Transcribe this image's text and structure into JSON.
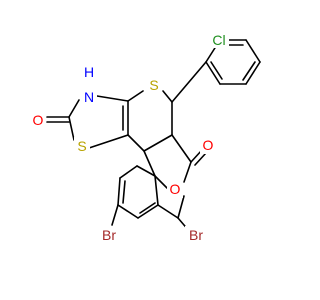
{
  "molecule": {
    "atoms": [
      {
        "id": "Cl",
        "label": "Cl",
        "color": "#1f8f1f"
      },
      {
        "id": "H",
        "label": "H",
        "color": "#0000ff"
      },
      {
        "id": "N",
        "label": "N",
        "color": "#0000ff"
      },
      {
        "id": "S1",
        "label": "S",
        "color": "#b8a300"
      },
      {
        "id": "S2",
        "label": "S",
        "color": "#b8a300"
      },
      {
        "id": "O1",
        "label": "O",
        "color": "#ff0000"
      },
      {
        "id": "O2",
        "label": "O",
        "color": "#ff0000"
      },
      {
        "id": "O3",
        "label": "O",
        "color": "#ff0000"
      },
      {
        "id": "Br1",
        "label": "Br",
        "color": "#a52a2a"
      },
      {
        "id": "Br2",
        "label": "Br",
        "color": "#a52a2a"
      }
    ]
  }
}
